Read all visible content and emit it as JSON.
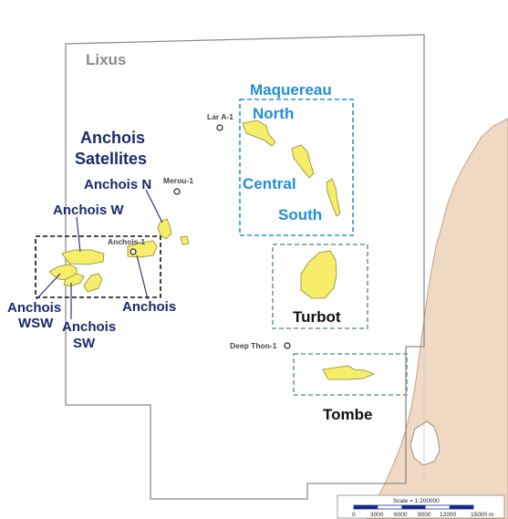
{
  "map": {
    "colors": {
      "land": "#efd9c2",
      "block_outline": "#8c8c8c",
      "field_fill": "#f6ee6a",
      "label_navy": "#1a2a6c",
      "label_blue": "#1f8ed8",
      "teal_box": "#6f9a90",
      "blue_box": "#2f8fd6"
    },
    "block_label": "Lixus",
    "group_labels": {
      "anchois_satellites_line1": "Anchois",
      "anchois_satellites_line2": "Satellites",
      "maquereau": "Maquereau",
      "maquereau_north": "North",
      "maquereau_central": "Central",
      "maquereau_south": "South"
    },
    "field_labels": {
      "anchois_n": "Anchois N",
      "anchois_w": "Anchois W",
      "anchois": "Anchois",
      "anchois_wsw_line1": "Anchois",
      "anchois_wsw_line2": "WSW",
      "anchois_sw_line1": "Anchois",
      "anchois_sw_line2": "SW",
      "turbot": "Turbot",
      "tombe": "Tombe"
    },
    "wells": {
      "lar_a1": "Lar A-1",
      "merou_1": "Merou-1",
      "anchois_1": "Anchois-1",
      "deep_thon_1": "Deep Thon-1"
    },
    "scale_bar": {
      "title": "Scale = 1:200000",
      "ticks": [
        "0",
        "3000",
        "6000",
        "9000",
        "12000",
        "15000 m"
      ]
    }
  }
}
